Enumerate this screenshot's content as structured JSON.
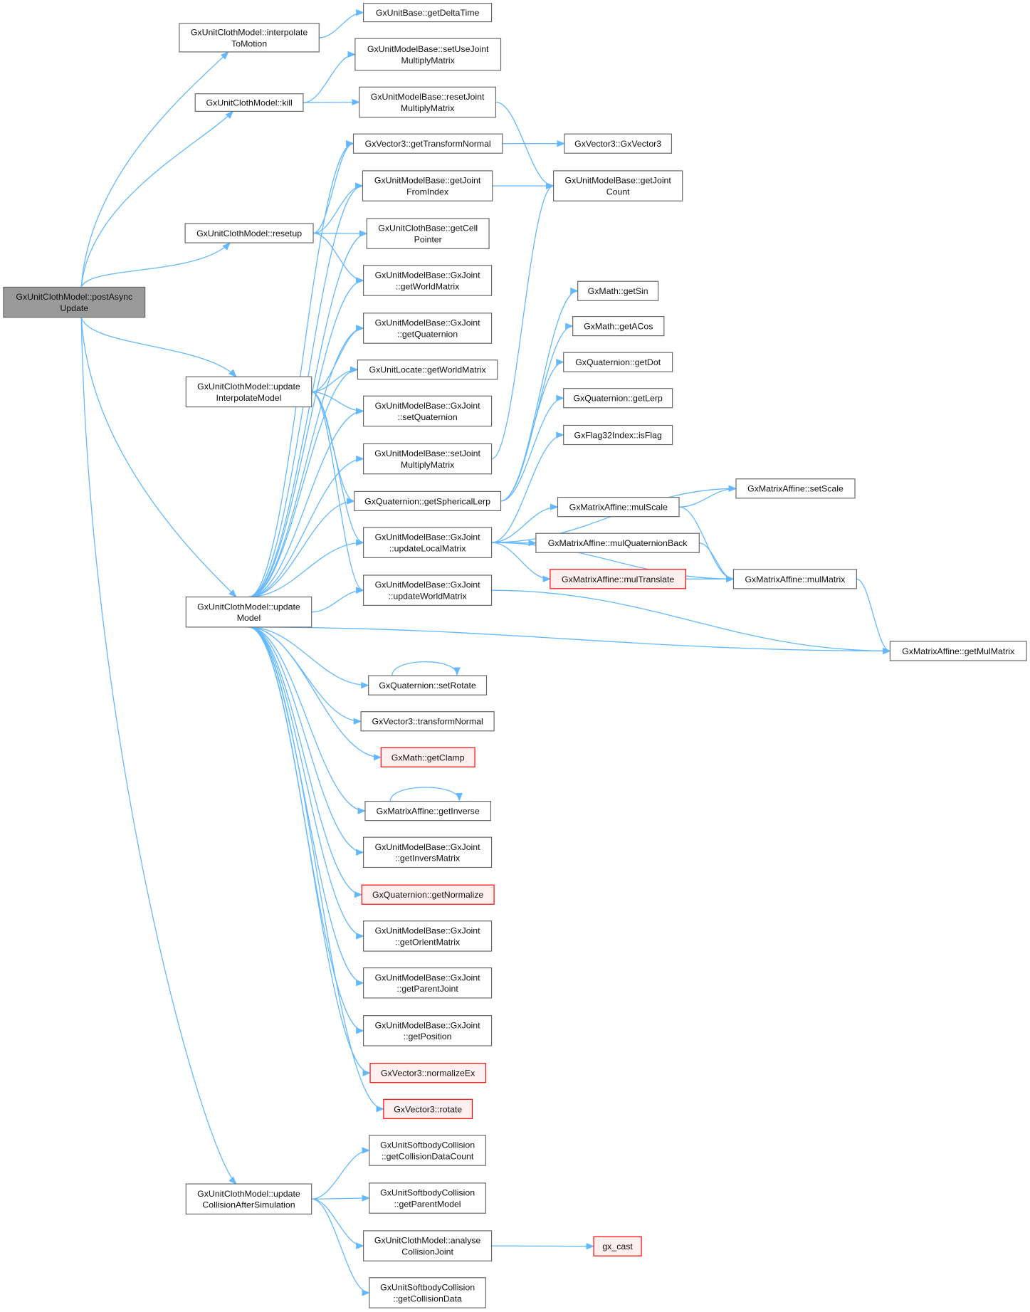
{
  "nodes": {
    "postAsync": {
      "lines": [
        "GxUnitClothModel::postAsync",
        "Update"
      ],
      "style": "root"
    },
    "interp": {
      "lines": [
        "GxUnitClothModel::interpolate",
        "ToMotion"
      ]
    },
    "kill": {
      "lines": [
        "GxUnitClothModel::kill"
      ]
    },
    "resetup": {
      "lines": [
        "GxUnitClothModel::resetup"
      ]
    },
    "updInterp": {
      "lines": [
        "GxUnitClothModel::update",
        "InterpolateModel"
      ]
    },
    "updModel": {
      "lines": [
        "GxUnitClothModel::update",
        "Model"
      ]
    },
    "updColl": {
      "lines": [
        "GxUnitClothModel::update",
        "CollisionAfterSimulation"
      ]
    },
    "getDeltaTime": {
      "lines": [
        "GxUnitBase::getDeltaTime"
      ]
    },
    "setUseJoint": {
      "lines": [
        "GxUnitModelBase::setUseJoint",
        "MultiplyMatrix"
      ]
    },
    "resetJoint": {
      "lines": [
        "GxUnitModelBase::resetJoint",
        "MultiplyMatrix"
      ]
    },
    "getTransformNormal": {
      "lines": [
        "GxVector3::getTransformNormal"
      ]
    },
    "getJointFromIndex": {
      "lines": [
        "GxUnitModelBase::getJoint",
        "FromIndex"
      ]
    },
    "getCellPointer": {
      "lines": [
        "GxUnitClothBase::getCell",
        "Pointer"
      ]
    },
    "jGetWorldMatrix": {
      "lines": [
        "GxUnitModelBase::GxJoint",
        "::getWorldMatrix"
      ]
    },
    "jGetQuaternion": {
      "lines": [
        "GxUnitModelBase::GxJoint",
        "::getQuaternion"
      ]
    },
    "locGetWorldMatrix": {
      "lines": [
        "GxUnitLocate::getWorldMatrix"
      ]
    },
    "jSetQuaternion": {
      "lines": [
        "GxUnitModelBase::GxJoint",
        "::setQuaternion"
      ]
    },
    "setJointMul": {
      "lines": [
        "GxUnitModelBase::setJoint",
        "MultiplyMatrix"
      ]
    },
    "sphLerp": {
      "lines": [
        "GxQuaternion::getSphericalLerp"
      ]
    },
    "updLocal": {
      "lines": [
        "GxUnitModelBase::GxJoint",
        "::updateLocalMatrix"
      ]
    },
    "updWorld": {
      "lines": [
        "GxUnitModelBase::GxJoint",
        "::updateWorldMatrix"
      ]
    },
    "setRotate": {
      "lines": [
        "GxQuaternion::setRotate"
      ]
    },
    "transformNormal": {
      "lines": [
        "GxVector3::transformNormal"
      ]
    },
    "getClamp": {
      "lines": [
        "GxMath::getClamp"
      ],
      "style": "red"
    },
    "getInverse": {
      "lines": [
        "GxMatrixAffine::getInverse"
      ]
    },
    "getInversMatrix": {
      "lines": [
        "GxUnitModelBase::GxJoint",
        "::getInversMatrix"
      ]
    },
    "getNormalize": {
      "lines": [
        "GxQuaternion::getNormalize"
      ],
      "style": "red"
    },
    "getOrient": {
      "lines": [
        "GxUnitModelBase::GxJoint",
        "::getOrientMatrix"
      ]
    },
    "getParentJoint": {
      "lines": [
        "GxUnitModelBase::GxJoint",
        "::getParentJoint"
      ]
    },
    "getPosition": {
      "lines": [
        "GxUnitModelBase::GxJoint",
        "::getPosition"
      ]
    },
    "normalizeEx": {
      "lines": [
        "GxVector3::normalizeEx"
      ],
      "style": "red"
    },
    "rotate": {
      "lines": [
        "GxVector3::rotate"
      ],
      "style": "red"
    },
    "collDataCount": {
      "lines": [
        "GxUnitSoftbodyCollision",
        "::getCollisionDataCount"
      ]
    },
    "parentModel": {
      "lines": [
        "GxUnitSoftbodyCollision",
        "::getParentModel"
      ]
    },
    "analyse": {
      "lines": [
        "GxUnitClothModel::analyse",
        "CollisionJoint"
      ]
    },
    "collData": {
      "lines": [
        "GxUnitSoftbodyCollision",
        "::getCollisionData"
      ]
    },
    "vec3ctor": {
      "lines": [
        "GxVector3::GxVector3"
      ]
    },
    "getJointCount": {
      "lines": [
        "GxUnitModelBase::getJoint",
        "Count"
      ]
    },
    "getSin": {
      "lines": [
        "GxMath::getSin"
      ]
    },
    "getACos": {
      "lines": [
        "GxMath::getACos"
      ]
    },
    "getDot": {
      "lines": [
        "GxQuaternion::getDot"
      ]
    },
    "getLerp": {
      "lines": [
        "GxQuaternion::getLerp"
      ]
    },
    "isFlag": {
      "lines": [
        "GxFlag32Index::isFlag"
      ]
    },
    "mulScale": {
      "lines": [
        "GxMatrixAffine::mulScale"
      ]
    },
    "mulQuatBack": {
      "lines": [
        "GxMatrixAffine::mulQuaternionBack"
      ]
    },
    "mulTranslate": {
      "lines": [
        "GxMatrixAffine::mulTranslate"
      ],
      "style": "red"
    },
    "gxCast": {
      "lines": [
        "gx_cast"
      ],
      "style": "red"
    },
    "setScale": {
      "lines": [
        "GxMatrixAffine::setScale"
      ]
    },
    "mulMatrix": {
      "lines": [
        "GxMatrixAffine::mulMatrix"
      ]
    },
    "getMulMatrix": {
      "lines": [
        "GxMatrixAffine::getMulMatrix"
      ]
    }
  },
  "edges": [
    [
      "postAsync",
      "interp"
    ],
    [
      "postAsync",
      "kill"
    ],
    [
      "postAsync",
      "resetup"
    ],
    [
      "postAsync",
      "updInterp"
    ],
    [
      "postAsync",
      "updModel"
    ],
    [
      "postAsync",
      "updColl"
    ],
    [
      "interp",
      "getDeltaTime"
    ],
    [
      "kill",
      "setUseJoint"
    ],
    [
      "kill",
      "resetJoint"
    ],
    [
      "resetJoint",
      "getJointCount"
    ],
    [
      "getTransformNormal",
      "vec3ctor"
    ],
    [
      "getJointFromIndex",
      "getJointCount"
    ],
    [
      "resetup",
      "getTransformNormal"
    ],
    [
      "resetup",
      "getJointFromIndex"
    ],
    [
      "resetup",
      "getCellPointer"
    ],
    [
      "resetup",
      "jGetWorldMatrix"
    ],
    [
      "updInterp",
      "jGetQuaternion"
    ],
    [
      "updInterp",
      "locGetWorldMatrix"
    ],
    [
      "updInterp",
      "jSetQuaternion"
    ],
    [
      "updInterp",
      "sphLerp"
    ],
    [
      "updInterp",
      "updLocal"
    ],
    [
      "updInterp",
      "updWorld"
    ],
    [
      "updModel",
      "getTransformNormal"
    ],
    [
      "updModel",
      "getJointFromIndex"
    ],
    [
      "updModel",
      "getCellPointer"
    ],
    [
      "updModel",
      "jGetWorldMatrix"
    ],
    [
      "updModel",
      "jGetQuaternion"
    ],
    [
      "updModel",
      "locGetWorldMatrix"
    ],
    [
      "updModel",
      "jSetQuaternion"
    ],
    [
      "updModel",
      "setJointMul"
    ],
    [
      "updModel",
      "sphLerp"
    ],
    [
      "updModel",
      "updLocal"
    ],
    [
      "updModel",
      "updWorld"
    ],
    [
      "updModel",
      "getMulMatrix"
    ],
    [
      "updModel",
      "setRotate"
    ],
    [
      "updModel",
      "transformNormal"
    ],
    [
      "updModel",
      "getClamp"
    ],
    [
      "updModel",
      "getInverse"
    ],
    [
      "updModel",
      "getInversMatrix"
    ],
    [
      "updModel",
      "getNormalize"
    ],
    [
      "updModel",
      "getOrient"
    ],
    [
      "updModel",
      "getParentJoint"
    ],
    [
      "updModel",
      "getPosition"
    ],
    [
      "updModel",
      "normalizeEx"
    ],
    [
      "updModel",
      "rotate"
    ],
    [
      "setJointMul",
      "getJointCount"
    ],
    [
      "sphLerp",
      "getSin"
    ],
    [
      "sphLerp",
      "getACos"
    ],
    [
      "sphLerp",
      "getDot"
    ],
    [
      "sphLerp",
      "getLerp"
    ],
    [
      "updLocal",
      "isFlag"
    ],
    [
      "updLocal",
      "setScale"
    ],
    [
      "updLocal",
      "mulScale"
    ],
    [
      "updLocal",
      "mulQuatBack"
    ],
    [
      "updLocal",
      "mulTranslate"
    ],
    [
      "updLocal",
      "mulMatrix"
    ],
    [
      "mulScale",
      "setScale"
    ],
    [
      "mulScale",
      "mulMatrix"
    ],
    [
      "mulQuatBack",
      "mulMatrix"
    ],
    [
      "mulTranslate",
      "mulMatrix"
    ],
    [
      "mulMatrix",
      "getMulMatrix"
    ],
    [
      "updWorld",
      "getMulMatrix"
    ],
    [
      "setRotate",
      "setRotate"
    ],
    [
      "getInverse",
      "getInverse"
    ],
    [
      "updColl",
      "collDataCount"
    ],
    [
      "updColl",
      "parentModel"
    ],
    [
      "updColl",
      "analyse"
    ],
    [
      "updColl",
      "collData"
    ],
    [
      "analyse",
      "gxCast"
    ]
  ],
  "colors": {
    "edge": "#63b8ff",
    "red_border": "#ff0000",
    "root_fill": "#999999"
  }
}
